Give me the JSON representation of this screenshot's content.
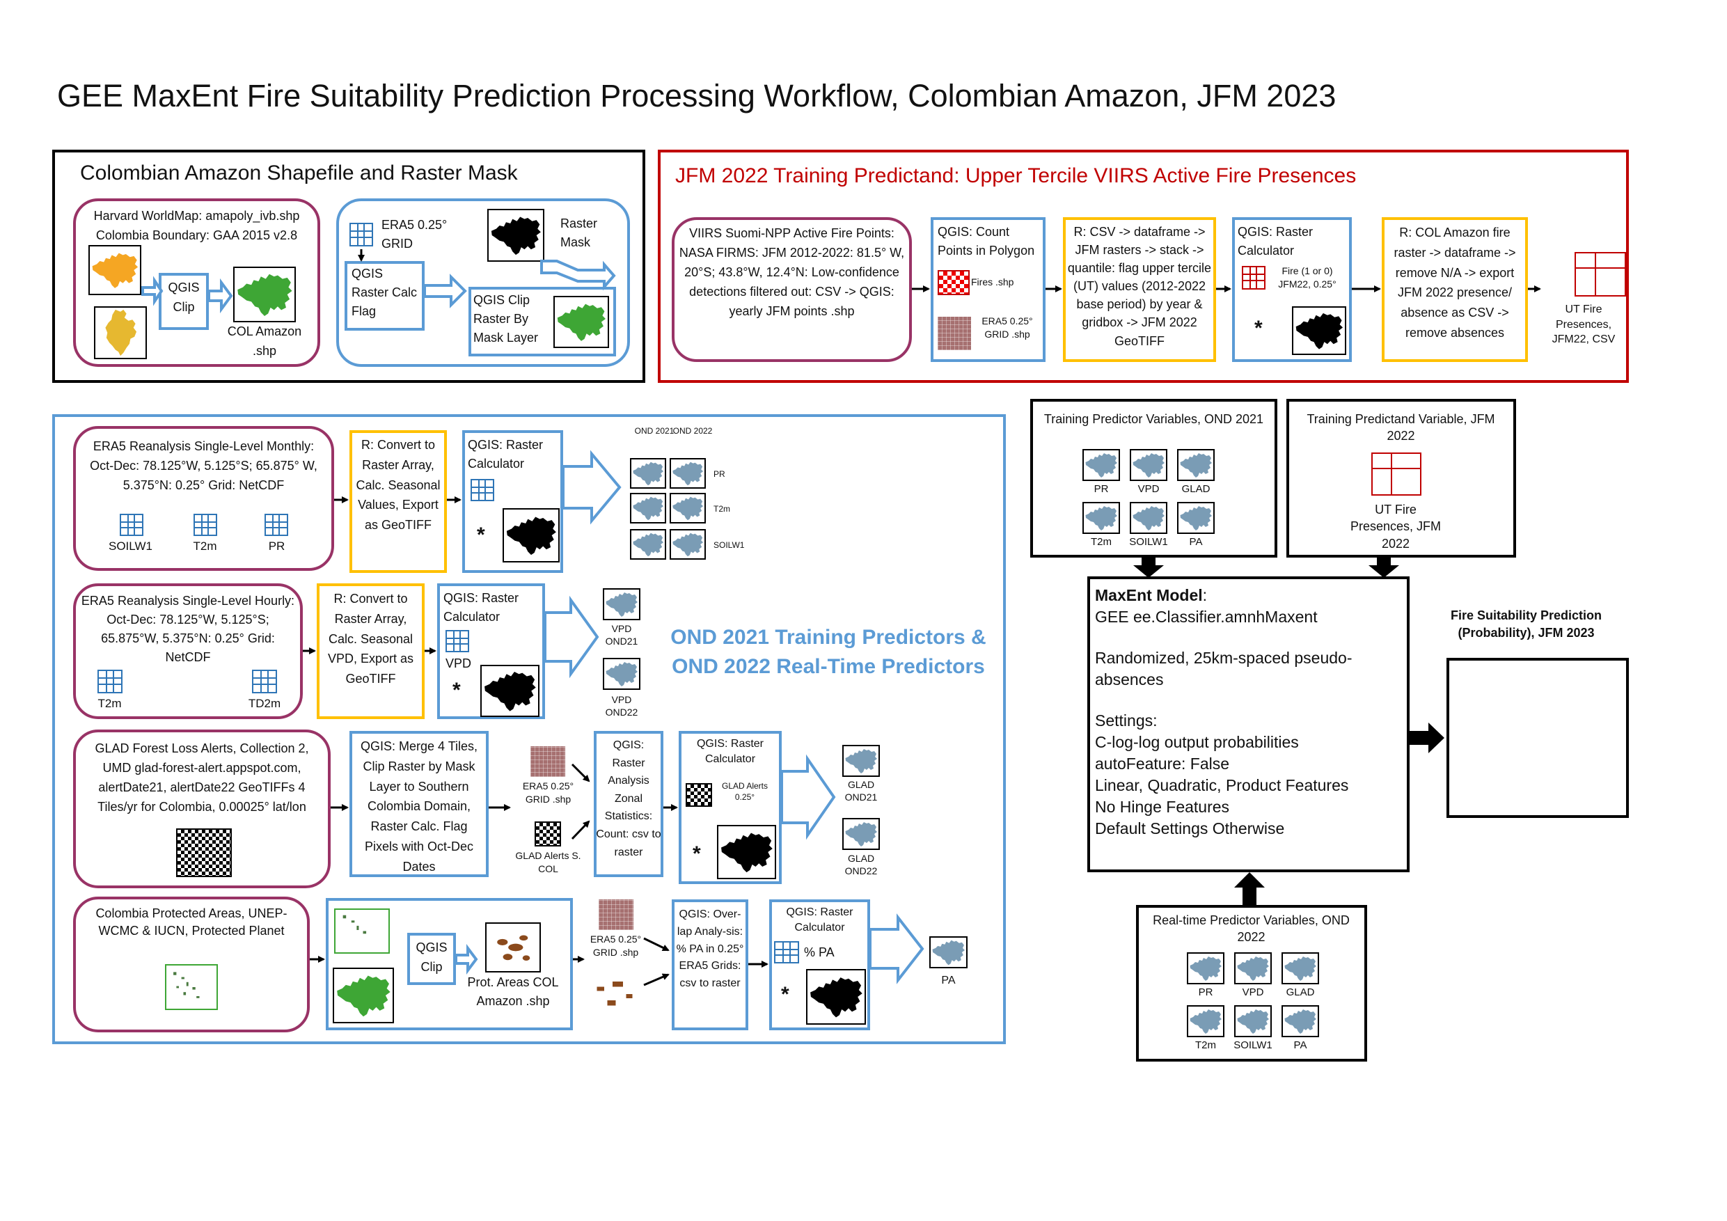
{
  "title": "GEE MaxEnt Fire Suitability Prediction Processing Workflow, Colombian Amazon, JFM 2023",
  "colors": {
    "red": "#c00000",
    "blue": "#5b9bd5",
    "yellow": "#ffc000",
    "maroon": "#993366",
    "green": "#3ea635",
    "orange": "#f5a623"
  },
  "panel1": {
    "title": "Colombian Amazon Shapefile and Raster Mask",
    "source": "Harvard WorldMap: amapoly_ivb.shp Colombia Boundary: GAA 2015 v2.8",
    "clip": "QGIS Clip",
    "col_amazon": "COL Amazon .shp",
    "era5_grid": "ERA5 0.25° GRID",
    "raster_mask": "Raster Mask",
    "qgis_raster": "QGIS Raster Calc Flag",
    "clip_by_mask": "QGIS Clip Raster By Mask Layer"
  },
  "panel2": {
    "title": "JFM 2022 Training Predictand:  Upper Tercile VIIRS Active Fire Presences",
    "viirs": "VIIRS Suomi-NPP Active Fire Points: NASA FIRMS: JFM 2012-2022: 81.5° W, 20°S; 43.8°W, 12.4°N: Low-confidence detections filtered out: CSV -> QGIS: yearly JFM points .shp",
    "count": "QGIS: Count Points in Polygon",
    "fires_shp": "Fires .shp",
    "era5_grid_shp": "ERA5 0.25° GRID .shp",
    "r_csv": "R: CSV -> dataframe -> JFM rasters -> stack  -> quantile: flag upper tercile (UT) values (2012-2022 base period) by year & gridbox -> JFM 2022 GeoTIFF",
    "raster_calc": "QGIS: Raster Calculator",
    "fire_flag": "Fire (1 or 0) JFM22, 0.25°",
    "star": "*",
    "r_col": "R: COL Amazon fire raster -> dataframe -> remove N/A -> export JFM 2022 presence/ absence as CSV -> remove absences",
    "ut_fire": "UT Fire Presences, JFM22, CSV"
  },
  "panel3": {
    "heading": "OND 2021 Training Predictors & OND 2022 Real-Time Predictors",
    "row1": {
      "source": "ERA5 Reanalysis Single-Level Monthly: Oct-Dec: 78.125°W, 5.125°S; 65.875° W, 5.375°N: 0.25° Grid: NetCDF",
      "vars": [
        "SOILW1",
        "T2m",
        "PR"
      ],
      "r": "R: Convert to Raster Array, Calc. Seasonal Values, Export as GeoTIFF",
      "calc": "QGIS: Raster Calculator",
      "col_ond2021": "OND 2021",
      "col_ond2022": "OND 2022",
      "out": [
        "PR",
        "T2m",
        "SOILW1"
      ]
    },
    "row2": {
      "source": "ERA5 Reanalysis Single-Level Hourly: Oct-Dec: 78.125°W, 5.125°S; 65.875°W, 5.375°N: 0.25° Grid: NetCDF",
      "vars": [
        "T2m",
        "TD2m"
      ],
      "r": "R:  Convert to Raster Array, Calc. Seasonal VPD, Export as GeoTIFF",
      "calc": "QGIS: Raster Calculator",
      "vpd": "VPD",
      "out": [
        "VPD OND21",
        "VPD OND22"
      ]
    },
    "row3": {
      "source": "GLAD Forest Loss Alerts, Collection 2, UMD glad-forest-alert.appspot.com, alertDate21, alertDate22 GeoTIFFs 4 Tiles/yr for Colombia, 0.00025° lat/lon",
      "qgis": "QGIS:  Merge 4 Tiles, Clip Raster by Mask Layer to Southern Colombia Domain, Raster Calc. Flag Pixels with Oct-Dec Dates",
      "era5_grid": "ERA5 0.25° GRID .shp",
      "glad_alerts": "GLAD Alerts S. COL",
      "zonal": "QGIS: Raster Analysis Zonal Statistics: Count: csv to raster",
      "calc": "QGIS: Raster Calculator",
      "glad_label": "GLAD Alerts 0.25°",
      "out": [
        "GLAD OND21",
        "GLAD OND22"
      ]
    },
    "row4": {
      "source": "Colombia Protected Areas, UNEP-WCMC & IUCN, Protected Planet",
      "clip": "QGIS Clip",
      "prot": "Prot. Areas COL Amazon .shp",
      "era5_grid": "ERA5 0.25° GRID .shp",
      "overlap": "QGIS: Over-lap Analy-sis: % PA in 0.25° ERA5 Grids: csv to raster",
      "calc": "QGIS: Raster Calculator",
      "pct_pa": "% PA",
      "out": "PA"
    }
  },
  "training_predictors": {
    "title": "Training Predictor Variables, OND 2021",
    "vars": [
      "PR",
      "VPD",
      "GLAD",
      "T2m",
      "SOILW1",
      "PA"
    ]
  },
  "training_predictand": {
    "title": "Training Predictand Variable, JFM 2022",
    "label": "UT Fire Presences, JFM 2022"
  },
  "maxent": {
    "heading": "MaxEnt Model",
    "line1": "GEE ee.Classifier.amnhMaxent",
    "line2": "Randomized, 25km-spaced pseudo-absences",
    "settings": "Settings:",
    "s1": "C-log-log output probabilities",
    "s2": "autoFeature: False",
    "s3": "Linear, Quadratic, Product Features",
    "s4": "No Hinge Features",
    "s5": "Default Settings Otherwise"
  },
  "realtime": {
    "title": "Real-time Predictor Variables, OND 2022",
    "vars": [
      "PR",
      "VPD",
      "GLAD",
      "T2m",
      "SOILW1",
      "PA"
    ]
  },
  "prediction": {
    "title": "Fire Suitability Prediction (Probability), JFM 2023"
  }
}
